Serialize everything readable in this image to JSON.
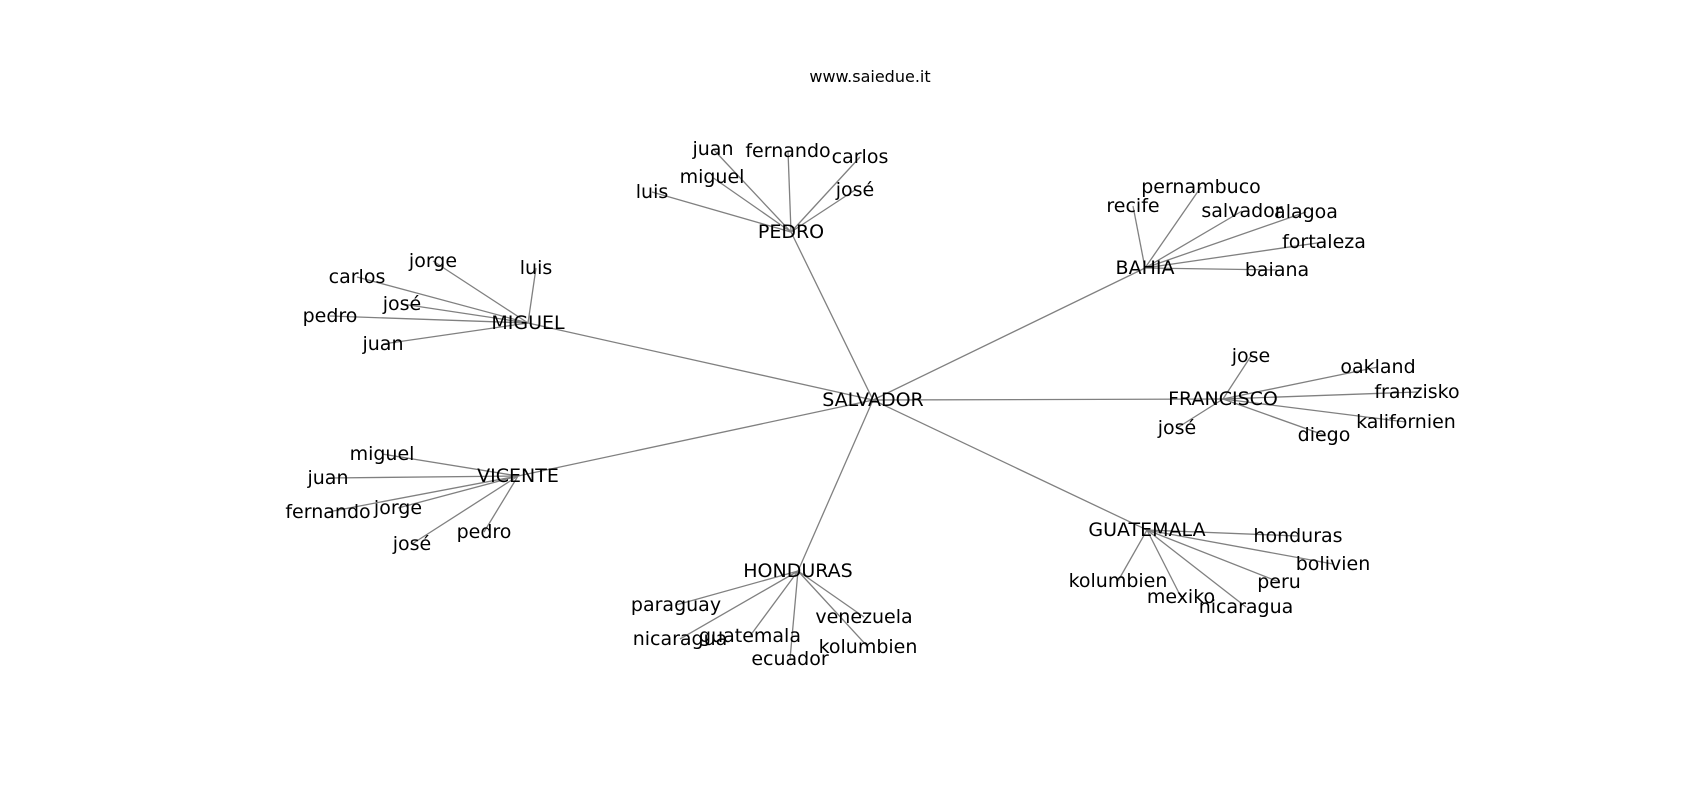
{
  "title": "www.saiedue.it",
  "colors": {
    "edge": "#808080",
    "text": "#000000",
    "background": "#ffffff"
  },
  "graph": {
    "root": "SALVADOR",
    "children": [
      {
        "label": "PEDRO",
        "leaves": [
          "juan",
          "fernando",
          "carlos",
          "miguel",
          "luis",
          "josé"
        ]
      },
      {
        "label": "BAHIA",
        "leaves": [
          "pernambuco",
          "recife",
          "salvador",
          "alagoa",
          "fortaleza",
          "baiana"
        ]
      },
      {
        "label": "MIGUEL",
        "leaves": [
          "jorge",
          "luis",
          "carlos",
          "josé",
          "pedro",
          "juan"
        ]
      },
      {
        "label": "FRANCISCO",
        "leaves": [
          "jose",
          "oakland",
          "franzisko",
          "kalifornien",
          "diego",
          "josé"
        ]
      },
      {
        "label": "VICENTE",
        "leaves": [
          "miguel",
          "juan",
          "jorge",
          "fernando",
          "pedro",
          "josé"
        ]
      },
      {
        "label": "GUATEMALA",
        "leaves": [
          "honduras",
          "bolivien",
          "peru",
          "kolumbien",
          "mexiko",
          "nicaragua"
        ]
      },
      {
        "label": "HONDURAS",
        "leaves": [
          "paraguay",
          "venezuela",
          "guatemala",
          "nicaragua",
          "kolumbien",
          "ecuador"
        ]
      }
    ]
  }
}
